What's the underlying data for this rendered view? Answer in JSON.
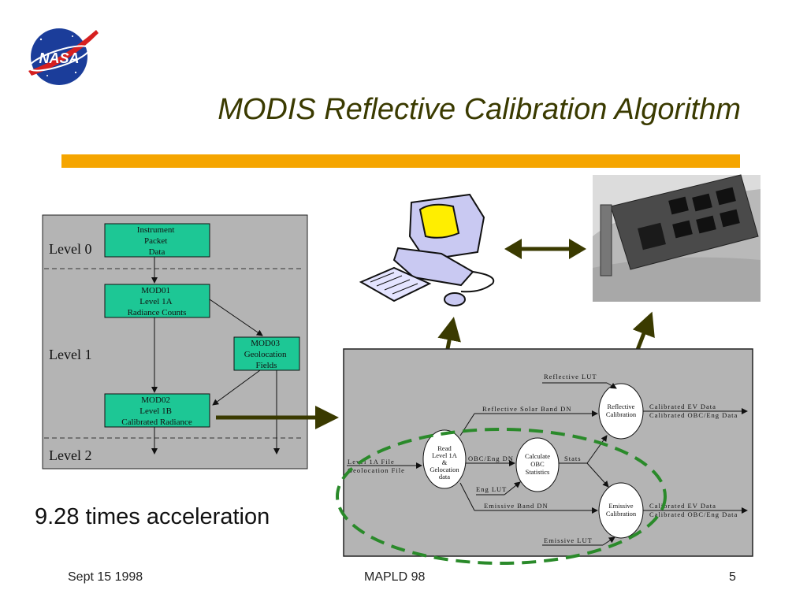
{
  "slide": {
    "title": "MODIS Reflective Calibration Algorithm",
    "caption": "9.28 times acceleration",
    "logo_text": "NASA",
    "colors": {
      "rule": "#f5a500",
      "box_fill": "#1dc795",
      "panel": "#b4b4b4",
      "arrow": "#3a3a00",
      "ellipse": "#2a8a2a"
    }
  },
  "levels_diagram": {
    "levels": [
      "Level 0",
      "Level 1",
      "Level 2"
    ],
    "boxes": {
      "instrument": [
        "Instrument",
        "Packet",
        "Data"
      ],
      "mod01": [
        "MOD01",
        "Level 1A",
        "Radiance Counts"
      ],
      "mod03": [
        "MOD03",
        "Geolocation",
        "Fields"
      ],
      "mod02": [
        "MOD02",
        "Level 1B",
        "Calibrated Radiance"
      ]
    }
  },
  "flow_diagram": {
    "inputs": {
      "level1a_file": "Level 1A File",
      "geolocation_file": "Geolocation File"
    },
    "read_node": [
      "Read",
      "Level 1A",
      "&",
      "Gelocation",
      "data"
    ],
    "calc_node": [
      "Calculate",
      "OBC",
      "Statistics"
    ],
    "reflective_node": [
      "Reflective",
      "Calibration"
    ],
    "emissive_node": [
      "Emissive",
      "Calibration"
    ],
    "labels": {
      "reflective_lut": "Reflective LUT",
      "reflective_solar": "Reflective Solar Band DN",
      "obc_eng": "OBC/Eng DN",
      "stats": "Stats",
      "eng_lut": "Eng LUT",
      "emissive_band": "Emissive Band DN",
      "emissive_lut": "Emissive LUT",
      "cal_ev_1": "Calibrated EV Data",
      "cal_obc_1": "Calibrated OBC/Eng Data",
      "cal_ev_2": "Calibrated EV Data",
      "cal_obc_2": "Calibrated OBC/Eng Data"
    }
  },
  "footer": {
    "date": "Sept 15 1998",
    "conference": "MAPLD 98",
    "page": "5"
  }
}
